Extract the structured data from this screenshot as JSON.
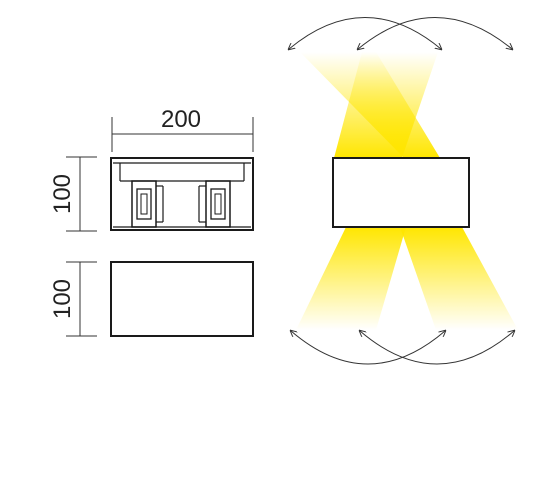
{
  "dimensions": {
    "width_label": "200",
    "height_label_top": "100",
    "height_label_bottom": "100"
  },
  "colors": {
    "line": "#1a1a1a",
    "light_beam": "#ffe600",
    "background": "#ffffff"
  },
  "icons": {
    "beam_adjust": "curved-double-arrow-icon"
  }
}
